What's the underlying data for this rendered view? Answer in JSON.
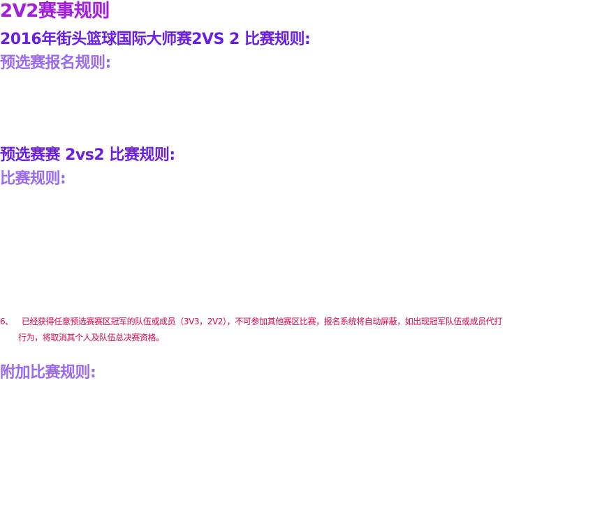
{
  "colors": {
    "title": "#a020d8",
    "section": "#6a1ee0",
    "sub": "#9a6af0",
    "rule": "#d4145a"
  },
  "page": {
    "title": "2V2赛事规则"
  },
  "sections": {
    "main_title": "2016年街头篮球国际大师赛2VS 2 比赛规则:",
    "signup_title": "预选赛报名规则:",
    "prelim_2v2_title": "预选赛赛 2vs2 比赛规则:",
    "match_title": "比赛规则:",
    "extra_title": "附加比赛规则:"
  },
  "rule6": {
    "number": "6、",
    "line1": "已经获得任意预选赛赛区冠军的队伍或成员（3V3，2V2），不可参加其他赛区比赛，报名系统将自动屏蔽，如出现冠军队伍或成员代打",
    "line2": "行为，将取消其个人及队伍总决赛资格。"
  }
}
